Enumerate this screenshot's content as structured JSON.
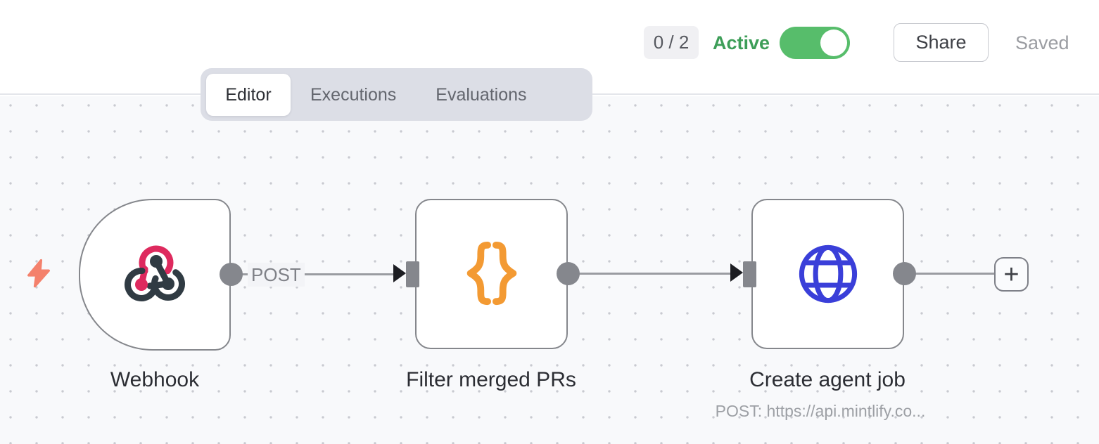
{
  "header": {
    "counter": "0 / 2",
    "active_label": "Active",
    "toggle_state": "on",
    "share_label": "Share",
    "saved_label": "Saved"
  },
  "tabs": [
    {
      "label": "Editor",
      "active": true
    },
    {
      "label": "Executions",
      "active": false
    },
    {
      "label": "Evaluations",
      "active": false
    }
  ],
  "workflow": {
    "nodes": [
      {
        "label": "Webhook",
        "icon": "webhook-icon",
        "shape": "trigger"
      },
      {
        "label": "Filter merged PRs",
        "icon": "code-braces-icon",
        "shape": "rounded-square"
      },
      {
        "label": "Create agent job",
        "icon": "globe-icon",
        "shape": "rounded-square",
        "subtitle": "POST: https://api.mintlify.co..."
      }
    ],
    "connections": [
      {
        "from": "Webhook",
        "to": "Filter merged PRs",
        "label": "POST"
      },
      {
        "from": "Filter merged PRs",
        "to": "Create agent job",
        "label": ""
      },
      {
        "from": "Create agent job",
        "to": "add-node-button",
        "label": ""
      }
    ],
    "add_node_label": "+"
  },
  "colors": {
    "active_green": "#3d9e58",
    "toggle_green": "#57bd6b",
    "webhook_pink": "#de2a5e",
    "webhook_dark": "#303b43",
    "braces_orange": "#f39a33",
    "globe_blue": "#3a3fd9",
    "bolt_coral": "#f4816c",
    "node_border_gray": "#85878c",
    "canvas_bg": "#f8f9fb"
  }
}
